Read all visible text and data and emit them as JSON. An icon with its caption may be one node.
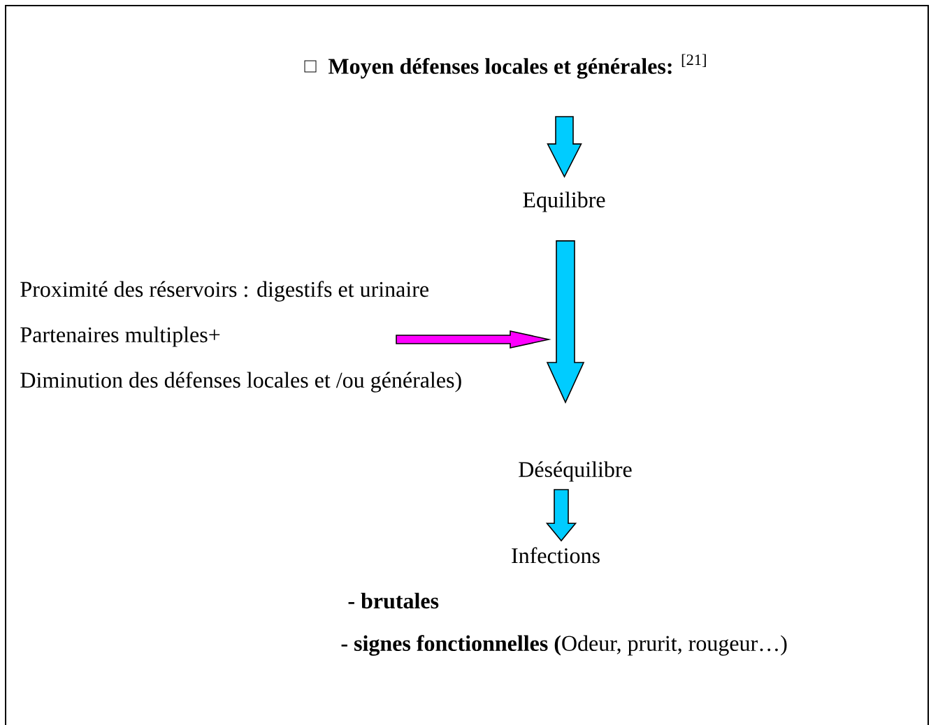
{
  "diagram": {
    "nodes": [
      {
        "text": [
          "**Moyen défenses locales et générales:** $^{[21]}$"
        ]
      },
      {
        "text": [
          "Equilibre"
        ]
      },
      {
        "text": [
          "Déséquilibre"
        ]
      },
      {
        "text": [
          "Infections"
        ]
      },
      {
        "text": [
          "Proximité des réservoirs : digestifs et urinaire",
          "Partenaires multiples+",
          "Diminution des défenses locales et /ou générales)"
        ]
      }
    ],
    "edges": [
      {
        "from": 0,
        "to": 1,
        "arrow": "to"
      },
      {
        "from": 1,
        "to": 2,
        "arrow": "to"
      },
      {
        "from": 2,
        "to": 3,
        "arrow": "to"
      },
      {
        "from": 4,
        "to": null,
        "arrow": "to",
        "color": "#ff00ff"
      }
    ],
    "labels": [
      "- brutales",
      "**- signes fonctionnelles (**Odeur, prurit, rougeur…)"
    ]
  }
}
